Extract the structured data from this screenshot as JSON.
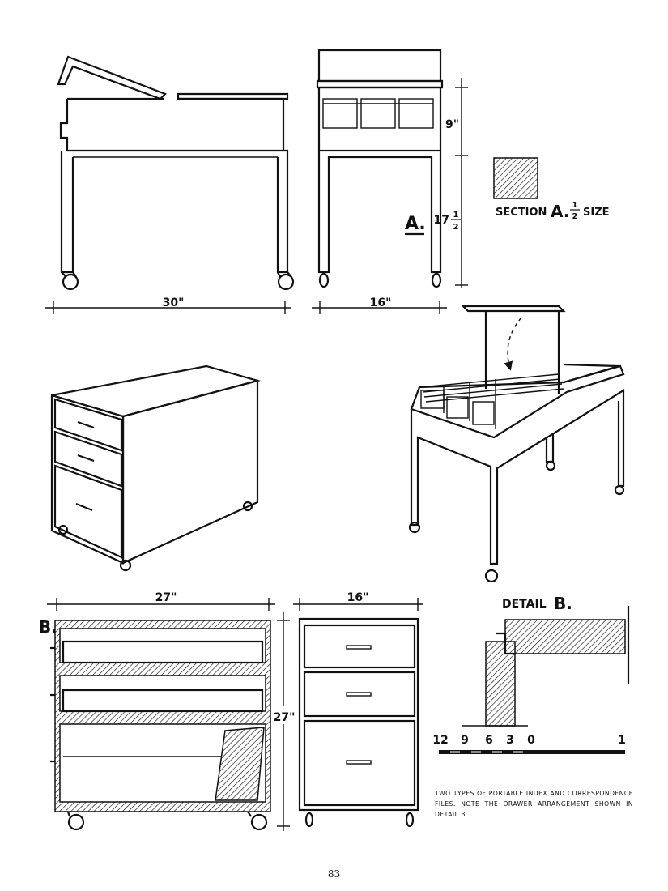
{
  "labels": {
    "section_a_marker": "A.",
    "section_a_caption_prefix": "SECTION",
    "section_a_caption_letter": "A.",
    "section_a_frac_num": "1",
    "section_a_frac_den": "2",
    "section_a_caption_suffix": "SIZE",
    "section_b_marker": "B.",
    "detail_b_title": "DETAIL",
    "detail_b_letter": "B."
  },
  "dimensions": {
    "side_width": "30\"",
    "front_width": "16\"",
    "upper_height": "9\"",
    "lower_height_whole": "17",
    "lower_height_num": "1",
    "lower_height_den": "2",
    "cabinet_width": "27\"",
    "cabinet_front_width": "16\"",
    "cabinet_height": "27\""
  },
  "scale_bar": {
    "ticks": [
      "12",
      "9",
      "6",
      "3",
      "0",
      "1"
    ]
  },
  "caption": "TWO TYPES OF PORTABLE INDEX AND CORRESPONDENCE FILES. NOTE THE DRAWER ARRANGEMENT SHOWN IN DETAIL B.",
  "page_number": "83"
}
